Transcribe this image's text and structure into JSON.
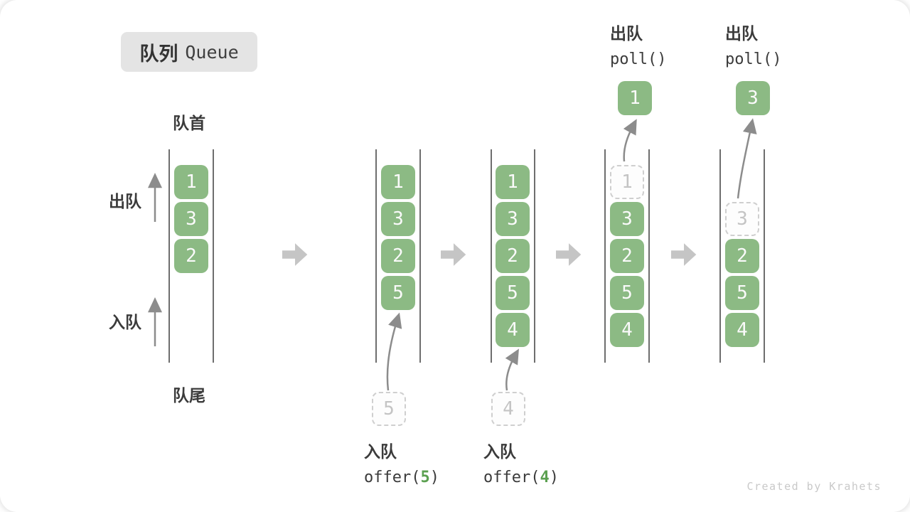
{
  "title": {
    "zh": "队列",
    "en": "Queue"
  },
  "labels": {
    "front": "队首",
    "rear": "队尾",
    "dequeue": "出队",
    "enqueue": "入队"
  },
  "queues": [
    {
      "cells": [
        {
          "value": "1"
        },
        {
          "value": "3"
        },
        {
          "value": "2"
        }
      ]
    },
    {
      "cells": [
        {
          "value": "1"
        },
        {
          "value": "3"
        },
        {
          "value": "2"
        },
        {
          "value": "5"
        }
      ],
      "staged": "5"
    },
    {
      "cells": [
        {
          "value": "1"
        },
        {
          "value": "3"
        },
        {
          "value": "2"
        },
        {
          "value": "5"
        },
        {
          "value": "4"
        }
      ],
      "staged": "4"
    },
    {
      "ghost": "1",
      "cells": [
        {
          "value": "3"
        },
        {
          "value": "2"
        },
        {
          "value": "5"
        },
        {
          "value": "4"
        }
      ],
      "result": "1"
    },
    {
      "ghost": "3",
      "cells": [
        {
          "value": "2"
        },
        {
          "value": "5"
        },
        {
          "value": "4"
        }
      ],
      "result": "3"
    }
  ],
  "operations": {
    "enqueue5": {
      "label": "入队",
      "code_fn": "offer(",
      "code_arg": "5",
      "code_close": ")"
    },
    "enqueue4": {
      "label": "入队",
      "code_fn": "offer(",
      "code_arg": "4",
      "code_close": ")"
    },
    "poll_first": {
      "label": "出队",
      "code": "poll()"
    },
    "poll_second": {
      "label": "出队",
      "code": "poll()"
    }
  },
  "watermark": "Created by Krahets",
  "colors": {
    "cell_green": "#8cba84",
    "code_arg_green": "#5ba050",
    "label_ink": "#3b3b3b",
    "ghost_border": "#cfcfcf",
    "ghost_text": "#c4c4c4",
    "block_arrow": "#c5c5c5",
    "thin_arrow": "#8c8c8c",
    "title_badge_bg": "#e4e4e4",
    "watermark_gray": "#c9c9c9"
  }
}
